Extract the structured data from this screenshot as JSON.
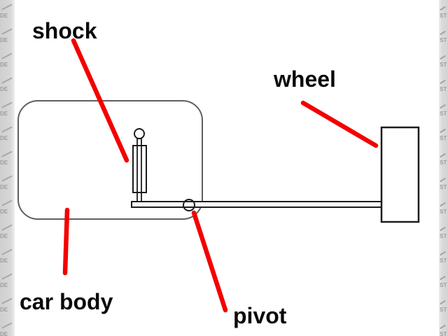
{
  "labels": {
    "shock": "shock",
    "wheel": "wheel",
    "car_body": "car body",
    "pivot": "pivot"
  },
  "colors": {
    "annotation_red": "#f40000",
    "part_outline": "#1c1c1c",
    "body_outline": "#5f5f5f",
    "label_text": "#0a0a0a",
    "canvas": "#ffffff",
    "edge_strip": "#d5d5d5",
    "watermark_text": "#9e9e9e"
  },
  "watermark_edges": {
    "left": {
      "text": "DE",
      "count": 14
    },
    "right": {
      "text": "ST",
      "count": 14
    }
  }
}
